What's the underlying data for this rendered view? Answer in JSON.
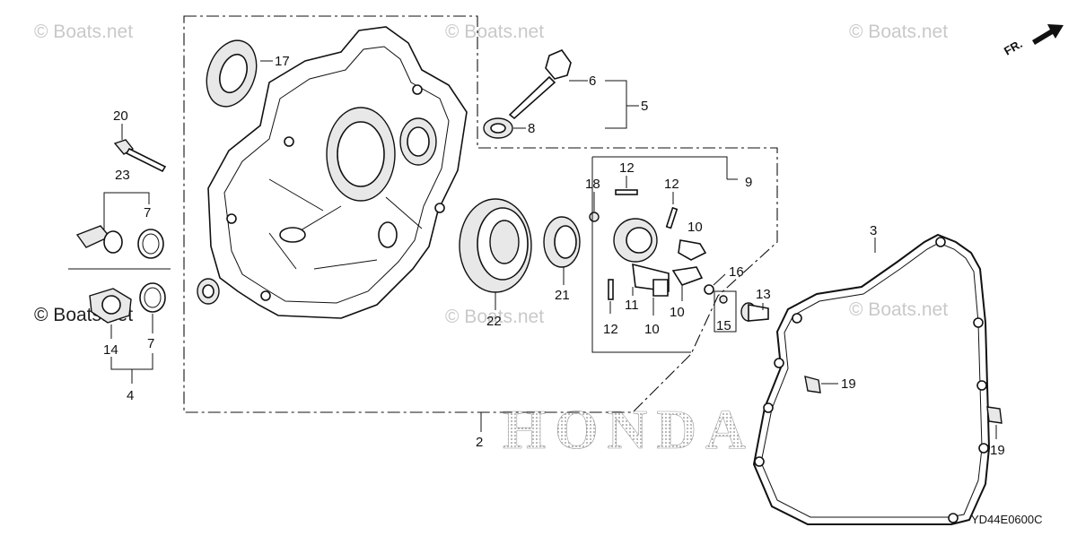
{
  "watermarks": {
    "top_left": "© Boats.net",
    "top_center": "© Boats.net",
    "top_right": "© Boats.net",
    "mid_left": "© Boats.net",
    "mid_center": "© Boats.net",
    "mid_right": "© Boats.net"
  },
  "brand": {
    "text": "HONDA"
  },
  "direction": {
    "text": "FR."
  },
  "diagram_code": "YD44E0600C",
  "callouts": {
    "p2": "2",
    "p3": "3",
    "p4": "4",
    "p5": "5",
    "p6": "6",
    "p7a": "7",
    "p7b": "7",
    "p8": "8",
    "p9": "9",
    "p10a": "10",
    "p10b": "10",
    "p10c": "10",
    "p11": "11",
    "p12a": "12",
    "p12b": "12",
    "p12c": "12",
    "p13": "13",
    "p14": "14",
    "p15": "15",
    "p16": "16",
    "p17": "17",
    "p18": "18",
    "p19a": "19",
    "p19b": "19",
    "p20": "20",
    "p21": "21",
    "p22": "22",
    "p23": "23"
  },
  "colors": {
    "line": "#111111",
    "watermark": "#c9c9c9",
    "background": "#ffffff"
  }
}
